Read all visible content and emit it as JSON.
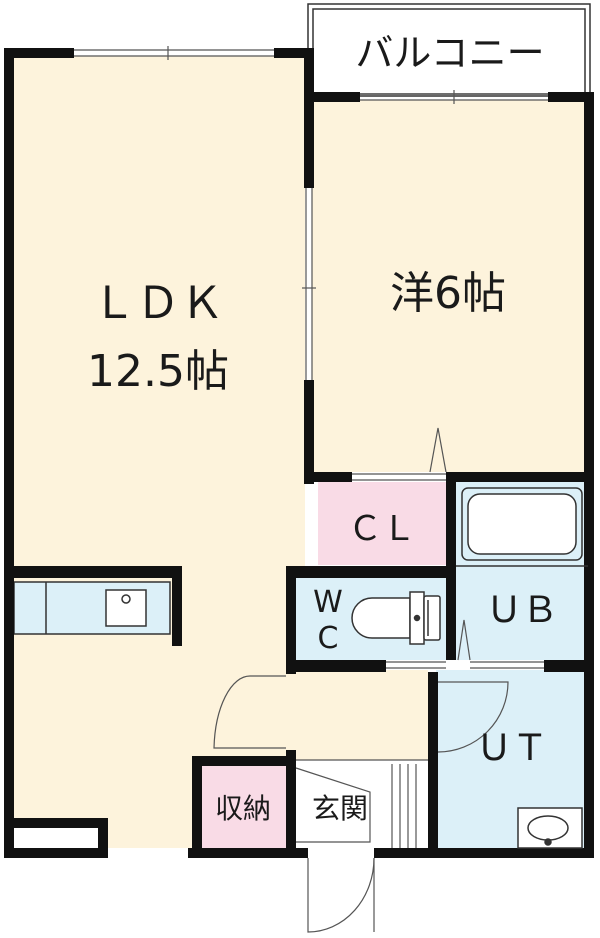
{
  "rooms": {
    "balcony": "バルコニー",
    "ldk_name": "ＬＤＫ",
    "ldk_size": "12.5帖",
    "western": "洋6帖",
    "closet": "ＣＬ",
    "wc_top": "W",
    "wc_bottom": "C",
    "unit_bath": "ＵＢ",
    "utility": "ＵＴ",
    "storage": "収納",
    "entrance": "玄関"
  },
  "colors": {
    "wall": "#111111",
    "living_floor": "#fdf3dc",
    "wet_area": "#dcf0f8",
    "storage_floor": "#f9dbe6",
    "balcony_floor": "#ffffff"
  }
}
